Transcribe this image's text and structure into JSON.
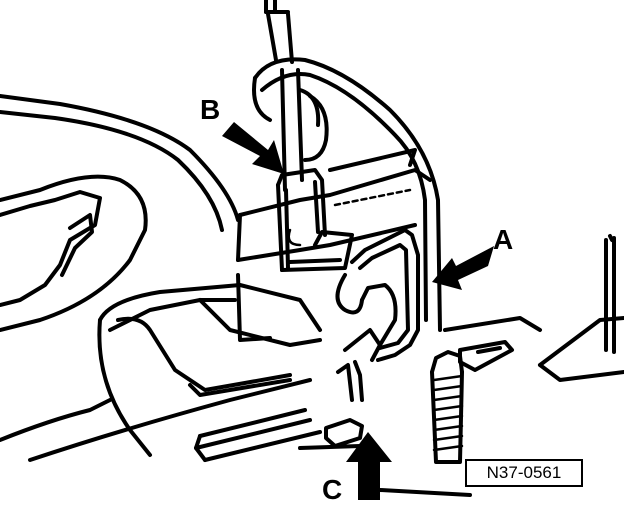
{
  "figure": {
    "callouts": {
      "a": "A",
      "b": "B",
      "c": "C"
    },
    "reference_code": "N37-0561"
  },
  "colors": {
    "ink": "#000000",
    "paper": "#ffffff"
  }
}
